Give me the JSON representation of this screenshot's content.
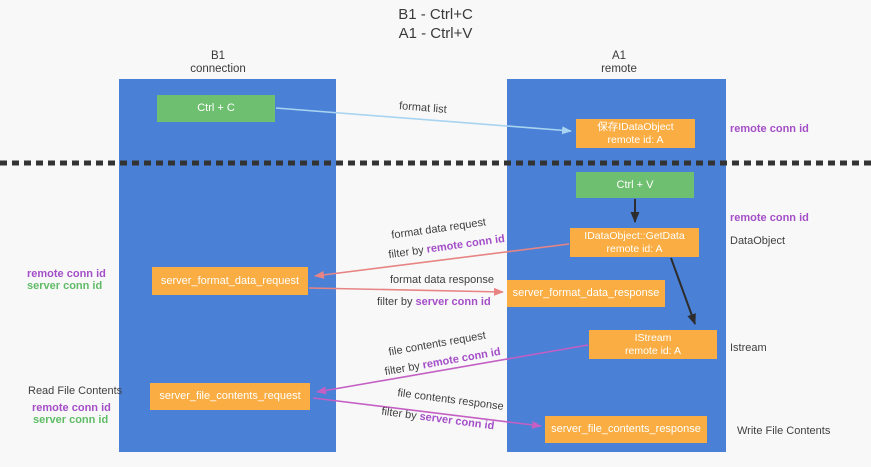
{
  "title": {
    "line1": "B1 - Ctrl+C",
    "line2": "A1 - Ctrl+V"
  },
  "lanes": {
    "left": {
      "title": "B1",
      "subtitle": "connection"
    },
    "right": {
      "title": "A1",
      "subtitle": "remote"
    }
  },
  "boxes": {
    "ctrl_c": {
      "label": "Ctrl + C"
    },
    "save_dataobject": {
      "line1": "保存IDataObject",
      "line2": "remote id: A"
    },
    "ctrl_v": {
      "label": "Ctrl + V"
    },
    "getdata": {
      "line1": "IDataObject::GetData",
      "line2": "remote id: A"
    },
    "istream": {
      "line1": "IStream",
      "line2": "remote id: A"
    },
    "format_request": {
      "label": "server_format_data_request"
    },
    "format_response": {
      "label": "server_format_data_response"
    },
    "file_request": {
      "label": "server_file_contents_request"
    },
    "file_response": {
      "label": "server_file_contents_response"
    }
  },
  "arrow_labels": {
    "format_list": "format list",
    "format_data_request": "format data request",
    "format_data_response": "format data response",
    "file_contents_request": "file contents request",
    "file_contents_response": "file contents response",
    "filter_by": "filter by",
    "remote_conn_id": "remote conn id",
    "server_conn_id": "server conn id"
  },
  "side_labels": {
    "remote_conn_id": "remote conn id",
    "server_conn_id": "server conn id",
    "dataobject": "DataObject",
    "istream": "Istream",
    "read_file_contents": "Read File Contents",
    "write_file_contents": "Write File Contents"
  },
  "colors": {
    "bg": "#f8f8f8",
    "lane_blue": "#4a80d5",
    "box_orange": "#f9ad42",
    "box_green": "#6fbf70",
    "arrow_salmon": "#e88484",
    "arrow_magenta": "#c45fc4",
    "arrow_lightblue": "#a8d4f2",
    "arrow_black": "#2d2d2d",
    "text_purple": "#a44fc8",
    "text_green": "#5fbc66",
    "text_dark": "#3f3f3f",
    "dash_color": "#333333"
  }
}
